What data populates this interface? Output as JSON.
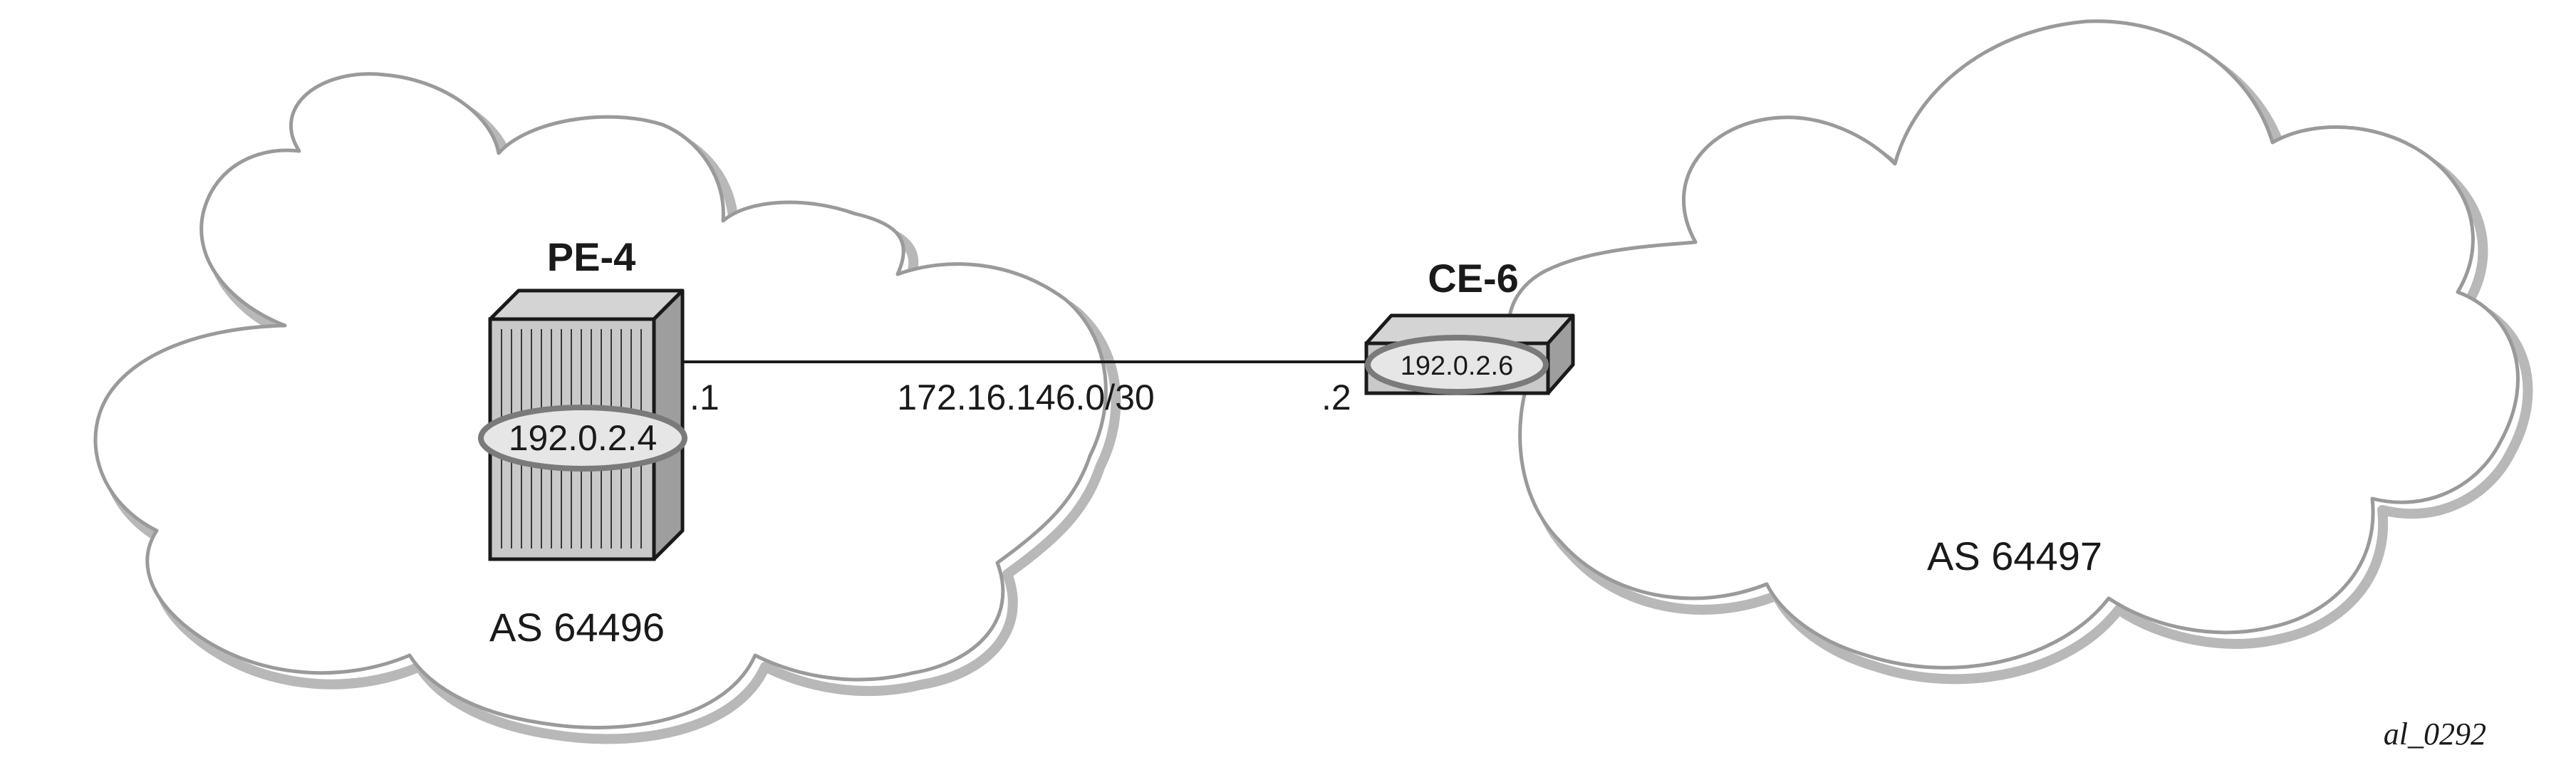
{
  "diagram": {
    "pe": {
      "name": "PE-4",
      "system_ip": "192.0.2.4",
      "iface_suffix": ".1",
      "as_label": "AS 64496"
    },
    "ce": {
      "name": "CE-6",
      "system_ip": "192.0.2.6",
      "iface_suffix": ".2",
      "as_label": "AS 64497"
    },
    "link": {
      "subnet": "172.16.146.0/30"
    },
    "figure_id": "al_0292"
  },
  "colors": {
    "cloud_stroke": "#9a9a9a",
    "cloud_shadow": "#b8b8b8",
    "router_fill": "#c9c9c9",
    "ellipse_fill": "#e6e6e6",
    "line": "#1a1a1a"
  }
}
